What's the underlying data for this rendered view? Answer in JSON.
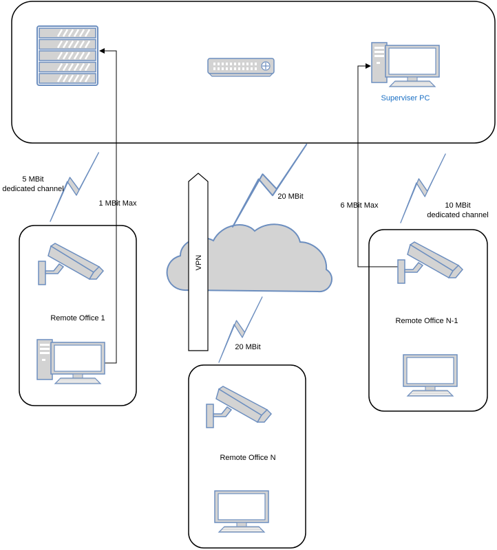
{
  "labels": {
    "superviser_pc": "Superviser PC",
    "vpn": "VPN",
    "link_hq_office1": "5 MBit",
    "link_hq_office1_sub": "dedicated channel",
    "link_office1_max": "1 MBit Max",
    "link_hq_cloud": "20 MBit",
    "link_cloud_officeN": "20 MBit",
    "link_officeN1_max": "6 MBit Max",
    "link_hq_officeN1": "10 MBit",
    "link_hq_officeN1_sub": "dedicated channel",
    "office_1": "Remote Office 1",
    "office_n": "Remote Office N",
    "office_n1": "Remote Office N-1"
  },
  "icons": {
    "server": "server-rack-icon",
    "switch": "network-switch-icon",
    "pc": "desktop-pc-icon",
    "monitor": "monitor-icon",
    "camera": "security-camera-icon",
    "cloud": "cloud-icon",
    "lightning": "wireless-link-icon"
  },
  "colors": {
    "device_fill": "#d3d3d3",
    "device_stroke": "#6c8ebf",
    "frame_stroke": "#000000",
    "accent_text": "#1a6fc4"
  }
}
